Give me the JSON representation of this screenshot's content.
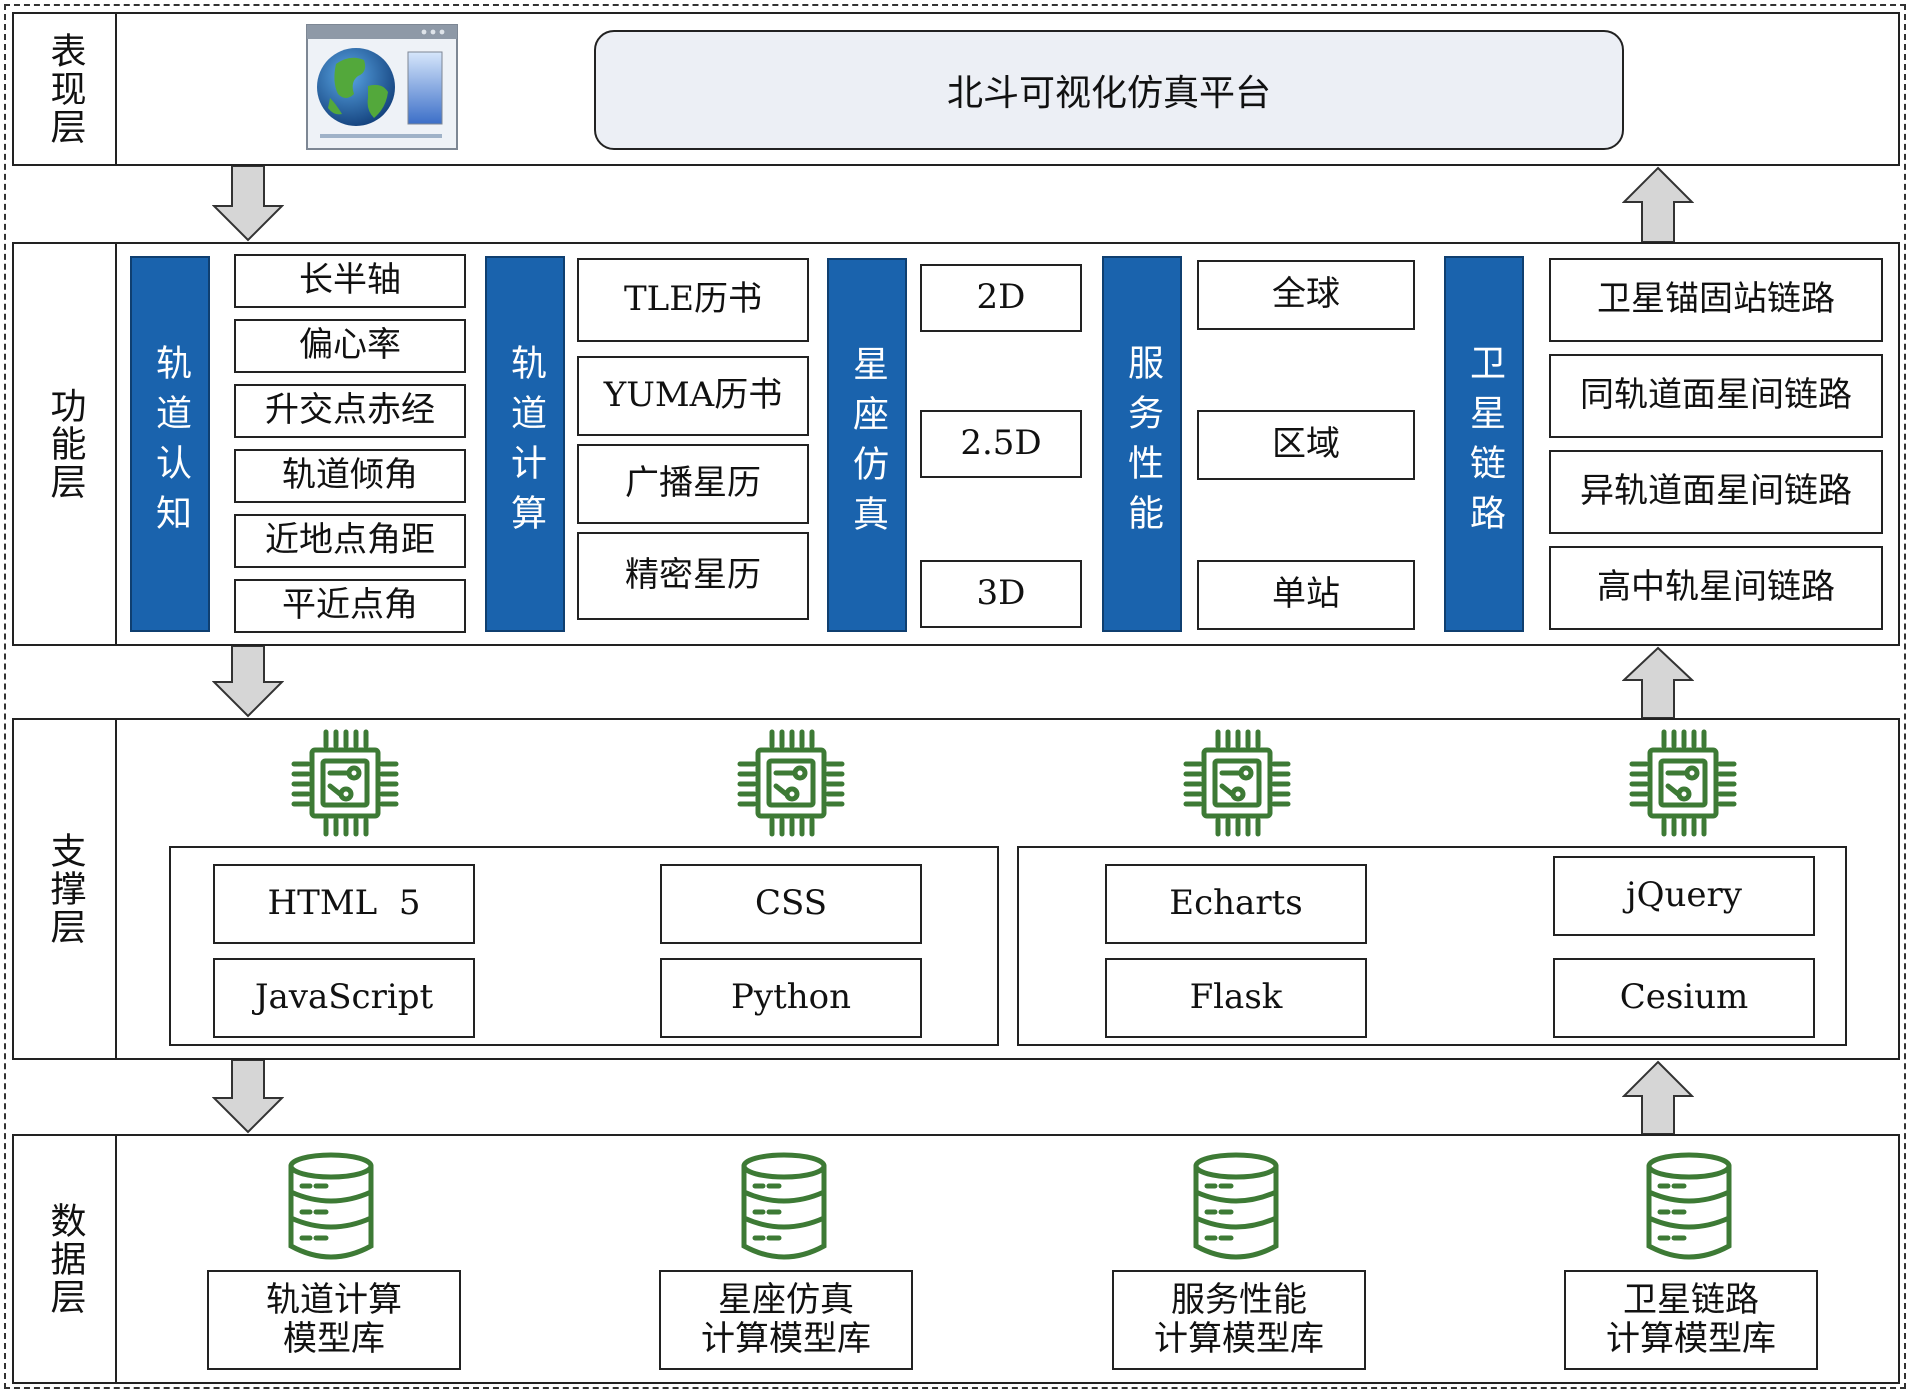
{
  "colors": {
    "accent_blue": "#1a63ad",
    "icon_green": "#3d7a35",
    "arrow_gray": "#d6d6d6",
    "platform_bg": "#eceff5"
  },
  "layers": {
    "presentation": {
      "label": "表现层",
      "icon": "browser-globe-icon",
      "platform": "北斗可视化仿真平台"
    },
    "function": {
      "label": "功能层",
      "modules": [
        {
          "title": "轨道认知",
          "items": [
            "长半轴",
            "偏心率",
            "升交点赤经",
            "轨道倾角",
            "近地点角距",
            "平近点角"
          ]
        },
        {
          "title": "轨道计算",
          "items": [
            "TLE历书",
            "YUMA历书",
            "广播星历",
            "精密星历"
          ]
        },
        {
          "title": "星座仿真",
          "items": [
            "2D",
            "2.5D",
            "3D"
          ]
        },
        {
          "title": "服务性能",
          "items": [
            "全球",
            "区域",
            "单站"
          ]
        },
        {
          "title": "卫星链路",
          "items": [
            "卫星锚固站链路",
            "同轨道面星间链路",
            "异轨道面星间链路",
            "高中轨星间链路"
          ]
        }
      ]
    },
    "support": {
      "label": "支撑层",
      "icon": "cpu-chip-icon",
      "groups": [
        {
          "items": [
            "HTML  5",
            "CSS",
            "JavaScript",
            "Python"
          ]
        },
        {
          "items": [
            "Echarts",
            "jQuery",
            "Flask",
            "Cesium"
          ]
        }
      ]
    },
    "data": {
      "label": "数据层",
      "icon": "database-icon",
      "libraries": [
        "轨道计算\n模型库",
        "星座仿真\n计算模型库",
        "服务性能\n计算模型库",
        "卫星链路\n计算模型库"
      ]
    }
  }
}
